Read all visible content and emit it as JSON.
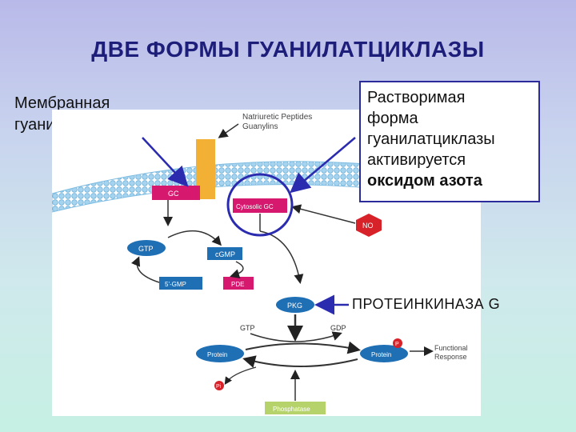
{
  "title": "ДВЕ ФОРМЫ ГУАНИЛАТЦИКЛАЗЫ",
  "left_label": {
    "line1": "Мембранная",
    "line2": "гуанилатциклаза"
  },
  "right_box": {
    "line1": "Растворимая",
    "line2": "форма",
    "line3": "гуанилатциклазы",
    "line4": "активируется",
    "line5_bold": "оксидом азота"
  },
  "pk_label": "ПРОТЕИНКИНАЗА G",
  "diagram": {
    "peptides_line1": "Natriuretic Peptides",
    "peptides_line2": "Guanylins",
    "gc": "GC",
    "cytosolic_gc": "Cytosolic GC",
    "no": "NO",
    "gtp_node": "GTP",
    "cgmp": "cGMP",
    "gmp5": "5'-GMP",
    "pde": "PDE",
    "pkg": "PKG",
    "gtp_text": "GTP",
    "gdp_text": "GDP",
    "protein_left": "Protein",
    "protein_right": "Protein",
    "p_badge": "P",
    "pi": "Pi",
    "functional_line1": "Functional",
    "functional_line2": "Response",
    "phosphatase": "Phosphatase"
  },
  "colors": {
    "title": "#1d1d7a",
    "node_blue": "#1f6fb5",
    "gc_magenta": "#d6186f",
    "membrane_blue": "#8fc6e6",
    "receptor_orange": "#f2b134",
    "no_red": "#d8222a",
    "phosphatase_green": "#b6d36b",
    "highlight_blue": "#2b2bb0"
  }
}
